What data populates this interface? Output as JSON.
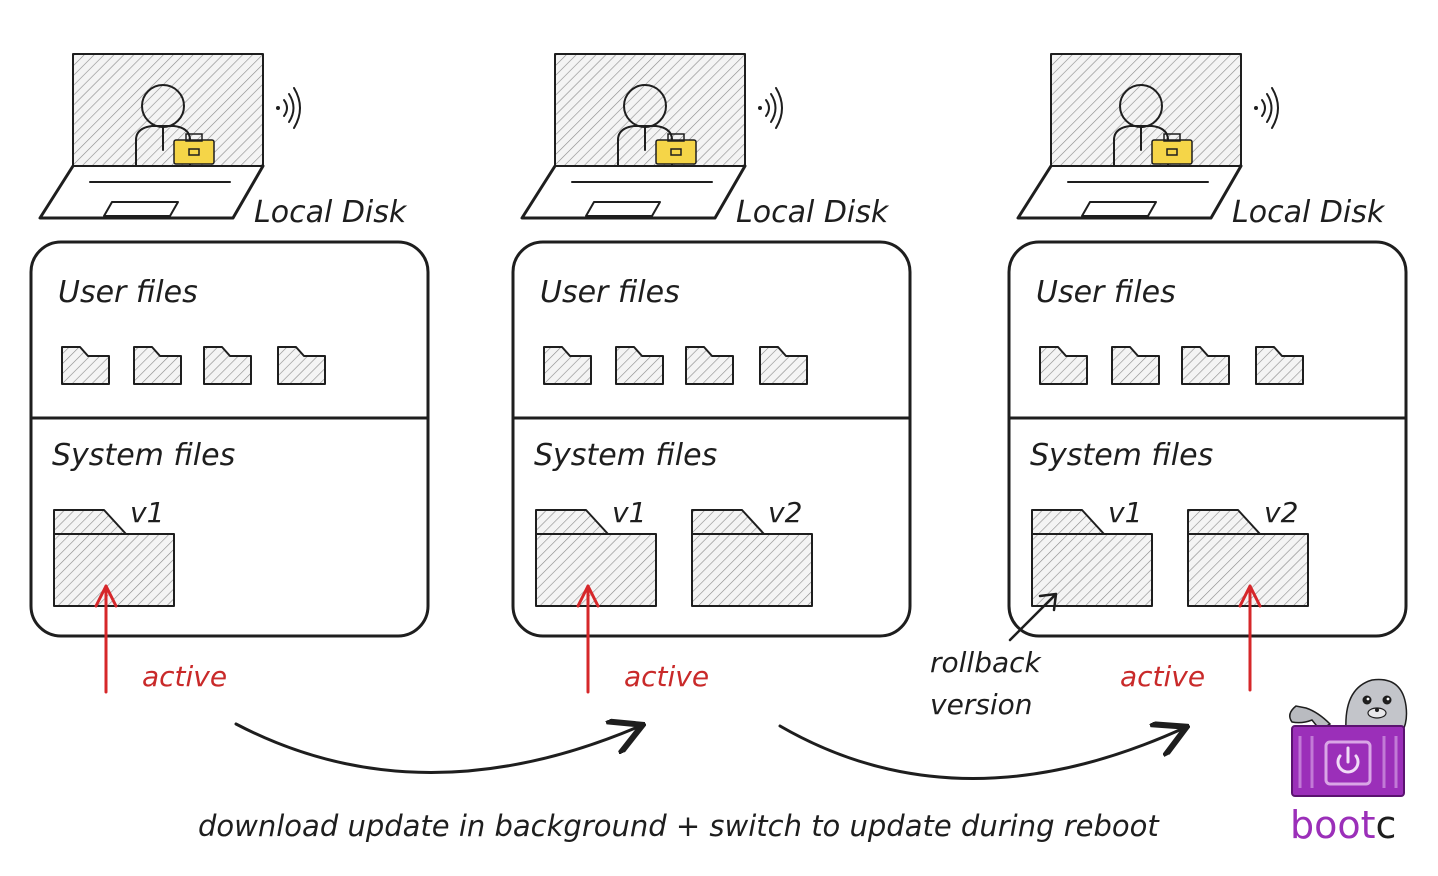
{
  "stages": [
    {
      "disk_label": "Local Disk",
      "user_section_label": "User files",
      "system_section_label": "System files",
      "versions": [
        "v1"
      ],
      "active_label": "active"
    },
    {
      "disk_label": "Local Disk",
      "user_section_label": "User files",
      "system_section_label": "System files",
      "versions": [
        "v1",
        "v2"
      ],
      "active_label": "active"
    },
    {
      "disk_label": "Local Disk",
      "user_section_label": "User files",
      "system_section_label": "System files",
      "versions": [
        "v1",
        "v2"
      ],
      "active_label": "active",
      "rollback_label_line1": "rollback",
      "rollback_label_line2": "version"
    }
  ],
  "caption": "download update in background + switch to update during reboot",
  "logo": {
    "text_prefix": "boot",
    "text_suffix": "c",
    "brand_color": "#9b2fb9",
    "dark_color": "#1e1e1e"
  },
  "colors": {
    "ink": "#1e1e1e",
    "active": "#d6272a",
    "briefcase": "#f5d548"
  },
  "icons": [
    "laptop-icon",
    "person-icon",
    "briefcase-icon",
    "wifi-signal-icon",
    "folder-icon",
    "seal-mascot-icon"
  ]
}
